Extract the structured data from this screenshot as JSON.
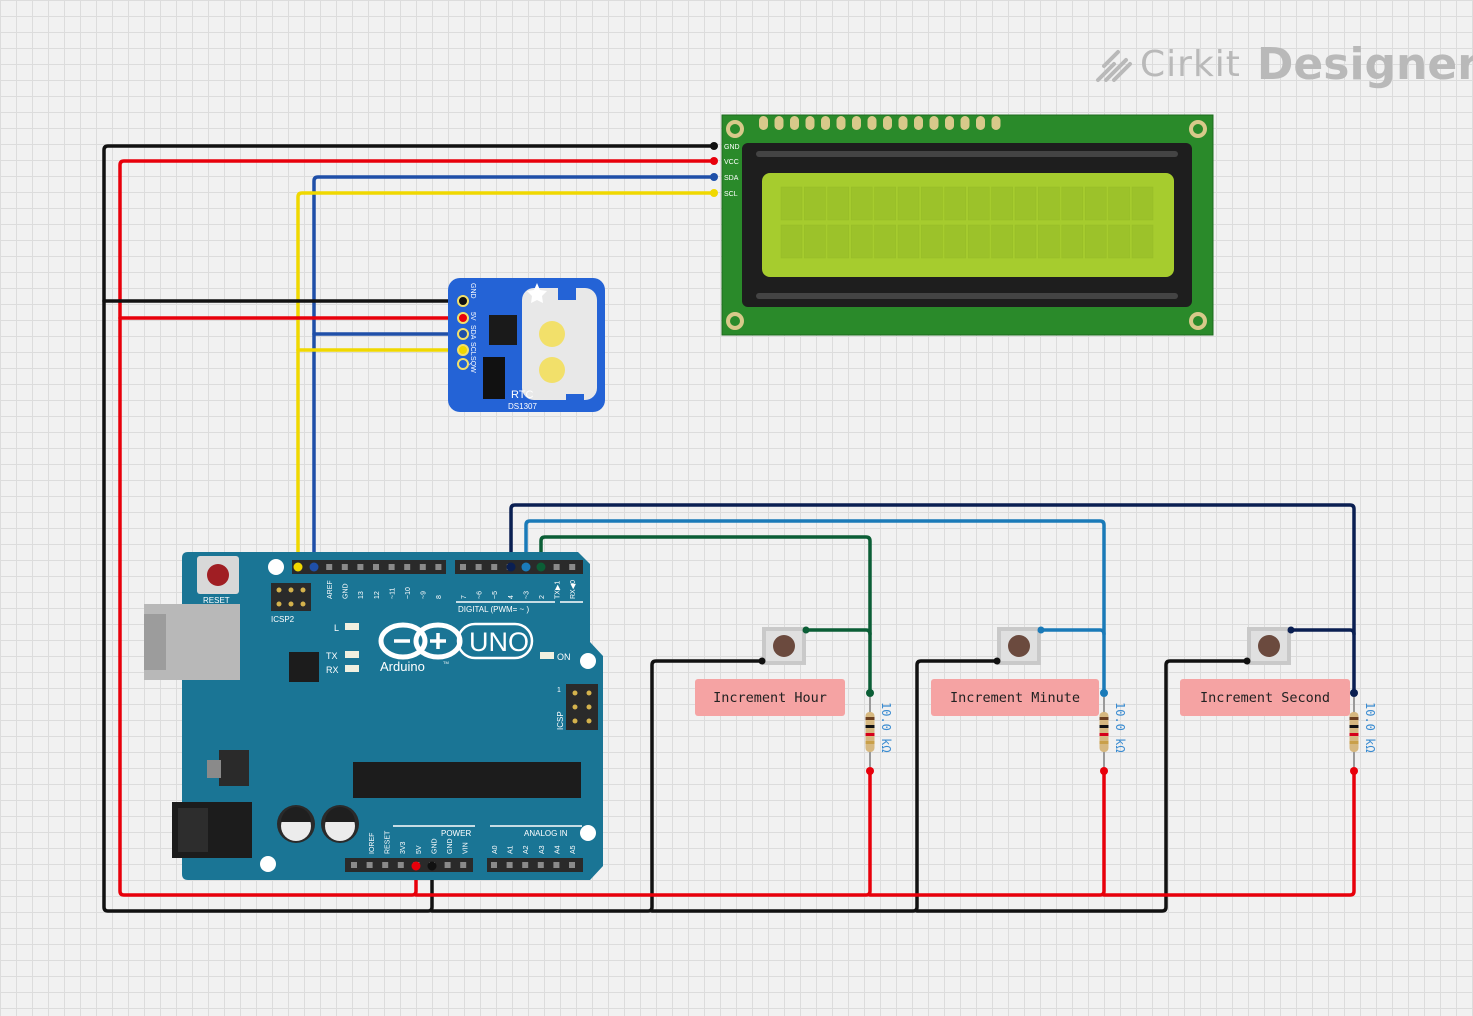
{
  "brand": {
    "name_light": "Cirkit",
    "name_bold": "Designer"
  },
  "lcd": {
    "pins": [
      "GND",
      "VCC",
      "SDA",
      "SCL"
    ]
  },
  "rtc": {
    "pins": [
      "GND",
      "5V",
      "SDA",
      "SCL",
      "SQW"
    ],
    "label": "RTC",
    "chip": "DS1307"
  },
  "arduino": {
    "reset_label": "RESET",
    "icsp2_label": "ICSP2",
    "icsp_label": "ICSP",
    "logo_text": "UNO",
    "brand_text": "Arduino",
    "tm": "TM",
    "led_l": "L",
    "led_tx": "TX",
    "led_rx": "RX",
    "led_on": "ON",
    "digital_label": "DIGITAL (PWM= ~ )",
    "power_label": "POWER",
    "analog_label": "ANALOG IN",
    "icsp_pin1": "1",
    "digital_pins_left": [
      "AREF",
      "GND",
      "13",
      "12",
      "~11",
      "~10",
      "~9",
      "8"
    ],
    "digital_pins_right": [
      "7",
      "~6",
      "~5",
      "4",
      "~3",
      "2",
      "TX▶1",
      "RX◀0"
    ],
    "power_pins": [
      "IOREF",
      "RESET",
      "3V3",
      "5V",
      "GND",
      "GND",
      "VIN"
    ],
    "analog_pins": [
      "A0",
      "A1",
      "A2",
      "A3",
      "A4",
      "A5"
    ]
  },
  "buttons": [
    {
      "label": "Increment Hour"
    },
    {
      "label": "Increment Minute"
    },
    {
      "label": "Increment Second"
    }
  ],
  "resistors": [
    {
      "value": "10.0 kΩ"
    },
    {
      "value": "10.0 kΩ"
    },
    {
      "value": "10.0 kΩ"
    }
  ],
  "colors": {
    "gnd_wire": "#111111",
    "vcc_wire": "#e8000b",
    "sda_wire": "#1f4fa8",
    "scl_wire": "#f0d800",
    "hour_wire": "#0b5e36",
    "minute_wire": "#1a7ab8",
    "second_wire": "#0a1f52",
    "arduino_board": "#1a7595",
    "lcd_pcb": "#2a8a2a",
    "lcd_screen": "#a6cc2e",
    "rtc_board": "#2463d6",
    "label_bg": "#f5a3a3",
    "resistor_text": "#3a8bd0"
  }
}
